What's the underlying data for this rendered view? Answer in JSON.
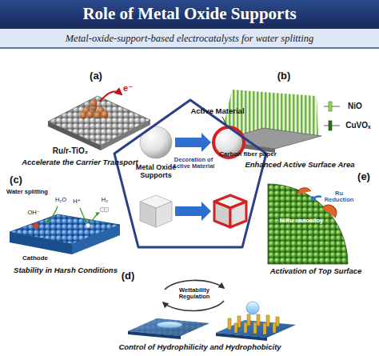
{
  "diagram": {
    "title": "Role of Metal Oxide Supports",
    "nodes": [
      {
        "text": [
          "Active Material",
          "Metal Oxide Supports",
          "Decoration of Active Material"
        ]
      }
    ],
    "labels": [
      "Metal-oxide-support-based electrocatalysts for water splitting",
      "(a)",
      "e⁻",
      "Ru/r-TiO₂",
      "Accelerate the Carrier Transport",
      "(b)",
      "NiO",
      "CuVOₓ",
      "Carbon fiber paper",
      "Enhanced Active Surface Area",
      "(c)",
      "Water splitting",
      "H₂O",
      "OH⁻",
      "H⁺",
      "H₂",
      "Cathode",
      "Stability in Harsh Conditions",
      "(e)",
      "Ru Reduction",
      "NiRu nanoalloy",
      "Activation of Top Surface",
      "(d)",
      "Wettability Regulation",
      "Control of Hydrophilicity and Hydrophobicity"
    ]
  }
}
